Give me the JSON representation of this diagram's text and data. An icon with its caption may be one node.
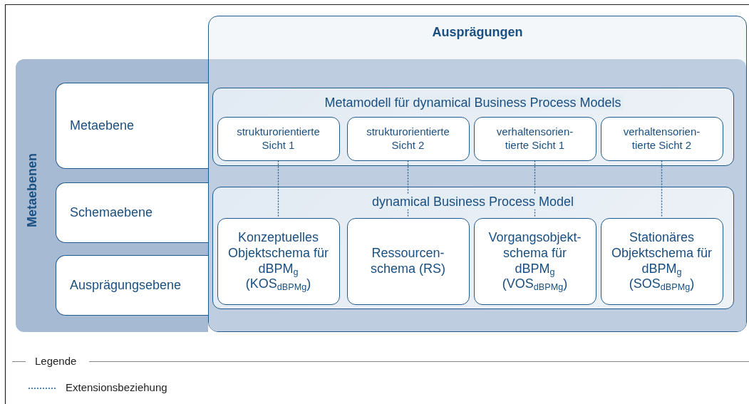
{
  "diagram": {
    "nodes": [
      {
        "text": [
          "Metaebenen"
        ]
      },
      {
        "text": [
          "Ausprägungen"
        ]
      },
      {
        "text": [
          "Metaebene"
        ],
        "in": 0
      },
      {
        "text": [
          "Schemaebene"
        ],
        "in": 0
      },
      {
        "text": [
          "Ausprägungsebene"
        ],
        "in": 0
      },
      {
        "text": [
          "Metamodell für dynamical Business Process Models"
        ],
        "in": 1
      },
      {
        "text": [
          "strukturorientierte Sicht 1"
        ],
        "in": 5
      },
      {
        "text": [
          "strukturorientierte Sicht 2"
        ],
        "in": 5
      },
      {
        "text": [
          "verhaltensorien- tierte Sicht 1"
        ],
        "in": 5
      },
      {
        "text": [
          "verhaltensorien- tierte Sicht 2"
        ],
        "in": 5
      },
      {
        "text": [
          "dynamical Business Process Model"
        ],
        "in": 1
      },
      {
        "text": [
          "Konzeptuelles Objektschema für dBPM$_{g}$ (KOS$_{dBPMg}$)"
        ],
        "in": 10
      },
      {
        "text": [
          "Ressourcen- schema (RS)"
        ],
        "in": 10
      },
      {
        "text": [
          "Vorgangsobjekt- schema für dBPM$_{g}$ (VOS$_{dBPMg}$)"
        ],
        "in": 10
      },
      {
        "text": [
          "Stationäres Objektschema für dBPM$_{g}$ (SOS$_{dBPMg}$)"
        ],
        "in": 10
      }
    ],
    "edges": [
      {
        "from": 6,
        "to": 11,
        "arrow": "none",
        "style": "dashed"
      },
      {
        "from": 7,
        "to": 12,
        "arrow": "none",
        "style": "dashed"
      },
      {
        "from": 8,
        "to": 13,
        "arrow": "none",
        "style": "dashed"
      },
      {
        "from": 9,
        "to": 14,
        "arrow": "none",
        "style": "dashed"
      }
    ],
    "labels": [
      "Legende"
    ],
    "legend": [
      {
        "text": "Extensionsbeziehung"
      }
    ]
  }
}
